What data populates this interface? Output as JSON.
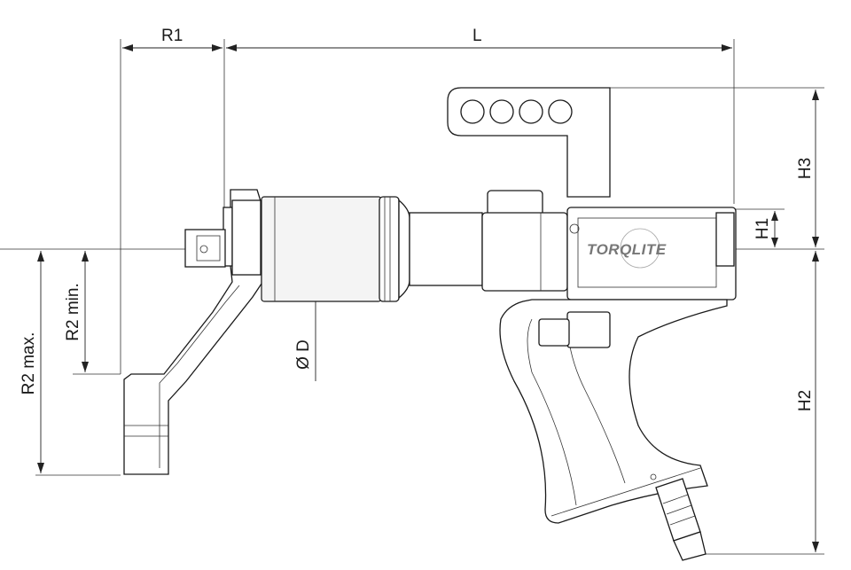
{
  "diagram": {
    "brand": "TORQLITE",
    "labels": {
      "r1": "R1",
      "l": "L",
      "h3": "H3",
      "h1": "H1",
      "h2": "H2",
      "r2min": "R2 min.",
      "r2max": "R2 max.",
      "d": "Ø D"
    }
  }
}
